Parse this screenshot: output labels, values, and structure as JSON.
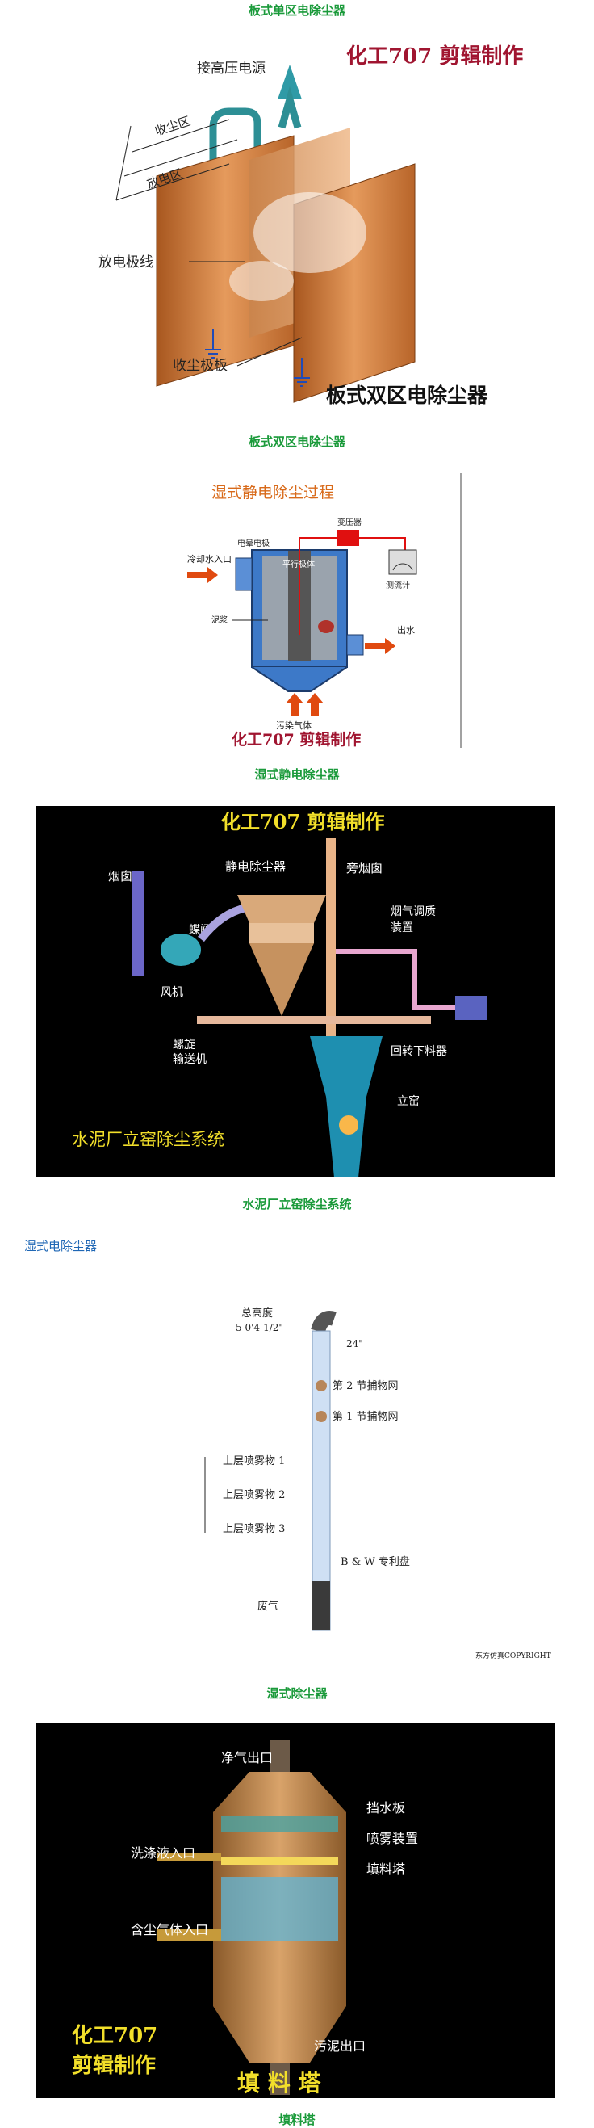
{
  "captions": {
    "cap0": "板式单区电除尘器",
    "cap1": "板式双区电除尘器",
    "cap2": "湿式静电除尘器",
    "cap3": "水泥厂立窑除尘系统",
    "section_wet": "湿式电除尘器",
    "cap4": "湿式除尘器",
    "cap5": "填料塔"
  },
  "fig1": {
    "watermark": "化工707 剪辑制作",
    "hv": "接高压电源",
    "collect_zone": "收尘区",
    "discharge_zone": "放电区",
    "wire": "放电极线",
    "plate": "收尘极板",
    "title": "板式双区电除尘器"
  },
  "fig2": {
    "title": "湿式静电除尘过程",
    "transformer": "变压器",
    "electrode": "电晕电极",
    "water_in": "冷却水入口",
    "collector": "平行极体",
    "meter": "测流计",
    "sludge": "泥浆",
    "out_water": "出水",
    "gas_in": "污染气体",
    "watermark": "化工707 剪辑制作"
  },
  "fig3": {
    "watermark": "化工707 剪辑制作",
    "chimney1": "烟囱",
    "esp": "静电除尘器",
    "bypass": "旁烟囱",
    "damper": "蝶阀",
    "fan": "风机",
    "conditioner1": "烟气调质",
    "conditioner2": "装置",
    "screw1": "螺旋",
    "screw2": "输送机",
    "rotary": "回转下料器",
    "kiln": "立窑",
    "title": "水泥厂立窑除尘系统"
  },
  "fig4": {
    "height_label": "总高度",
    "height_value": "5 0'4-1/2\"",
    "dim24": "24\"",
    "mesh2": "第 2 节捕物网",
    "mesh1": "第 1 节捕物网",
    "spray1": "上层喷雾物 1",
    "spray2": "上层喷雾物 2",
    "spray3": "上层喷雾物 3",
    "tray": "B & W 专利盘",
    "gas": "废气",
    "copyright": "东方仿真COPYRIGHT"
  },
  "fig5": {
    "clean_out": "净气出口",
    "baffle": "挡水板",
    "liquid_in": "洗涤液入口",
    "spray": "喷雾装置",
    "packing": "填料塔",
    "gas_in": "含尘气体入口",
    "wm1": "化工707",
    "wm2": "剪辑制作",
    "sludge_out": "污泥出口",
    "title": "填 料 塔"
  }
}
